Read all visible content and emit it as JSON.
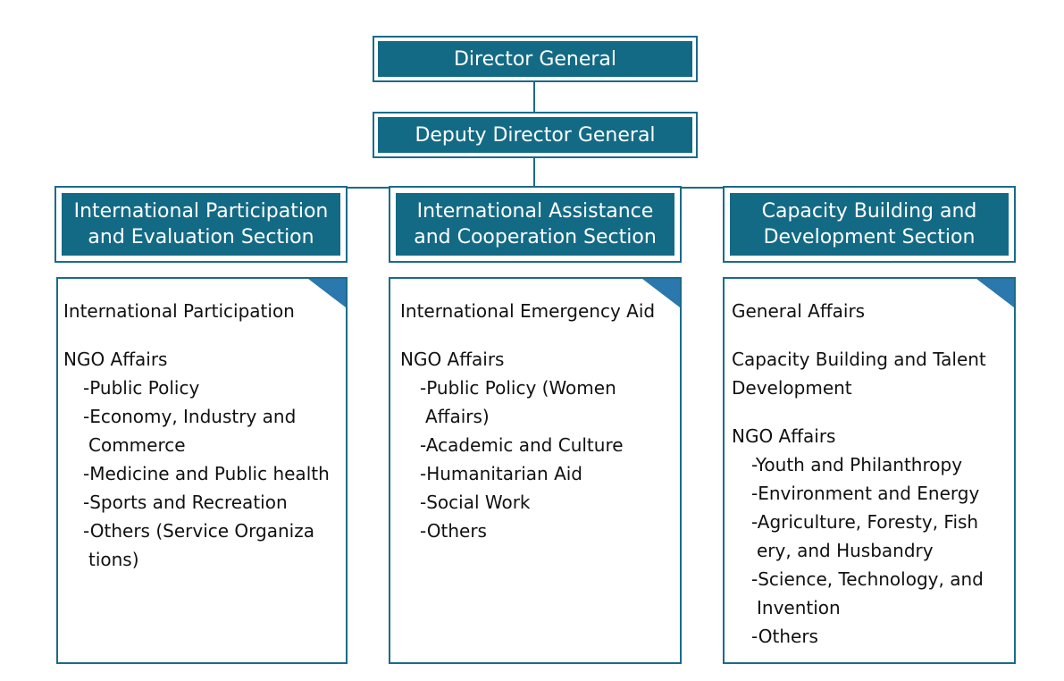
{
  "director": {
    "title": "Director General"
  },
  "deputy": {
    "title": "Deputy Director General"
  },
  "sections": [
    {
      "title_line1": "International Participation",
      "title_line2": "and Evaluation Section",
      "items": {
        "item1": "International Participation",
        "item2": "NGO Affairs",
        "sub1": "-Public Policy",
        "sub2a": "-Economy, Industry and",
        "sub2b": "Commerce",
        "sub3": "-Medicine and Public health",
        "sub4": "-Sports and Recreation",
        "sub5a": "-Others (Service Organiza",
        "sub5b": "tions)"
      }
    },
    {
      "title_line1": "International Assistance",
      "title_line2": "and Cooperation Section",
      "items": {
        "item1": "International Emergency Aid",
        "item2": "NGO Affairs",
        "sub1a": "-Public Policy (Women",
        "sub1b": "Affairs)",
        "sub2": "-Academic and Culture",
        "sub3": "-Humanitarian Aid",
        "sub4": "-Social Work",
        "sub5": "-Others"
      }
    },
    {
      "title_line1": "Capacity Building and",
      "title_line2": "Development Section",
      "items": {
        "item1": "General Affairs",
        "item2a": "Capacity Building and Talent",
        "item2b": "Development",
        "item3": "NGO Affairs",
        "sub1": "-Youth and Philanthropy",
        "sub2": "-Environment and Energy",
        "sub3a": "-Agriculture, Foresty, Fish",
        "sub3b": "ery, and Husbandry",
        "sub4a": "-Science, Technology, and",
        "sub4b": "Invention",
        "sub5": "-Others"
      }
    }
  ],
  "colors": {
    "box_fill": "#136a85",
    "box_border": "#1a6b8a",
    "corner_accent": "#2a78ad",
    "connector": "#1a6b8a"
  }
}
